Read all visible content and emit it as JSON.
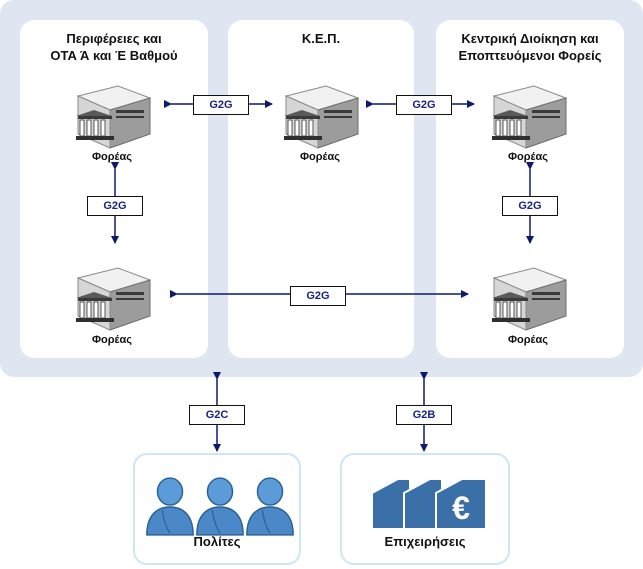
{
  "panels": [
    {
      "title_line1": "Περιφέρειες και",
      "title_line2": "ΟΤΑ Ά και Έ Βαθμού"
    },
    {
      "title_line1": "Κ.Ε.Π.",
      "title_line2": ""
    },
    {
      "title_line1": "Κεντρική Διοίκηση και",
      "title_line2": "Εποπτευόμενοι Φορείς"
    }
  ],
  "node_label": "Φορέας",
  "links": {
    "left_to_center": "G2G",
    "center_to_right": "G2G",
    "left_vertical": "G2G",
    "right_vertical": "G2G",
    "bottom_horizontal": "G2G",
    "citizens": "G2C",
    "businesses": "G2B"
  },
  "bottom": {
    "citizens_label": "Πολίτες",
    "businesses_label": "Επιχειρήσεις",
    "currency_symbol": "€"
  },
  "icons": {
    "server": "government-server-icon",
    "people": "person-icon",
    "business": "business-building-icon"
  },
  "colors": {
    "outer_band": "#dfe6f2",
    "arrow": "#0d1a6e",
    "tag_text": "#1a237e",
    "people_blue": "#4a88c8",
    "business_blue": "#3b6fa8",
    "bottom_border": "#cde6f3"
  }
}
